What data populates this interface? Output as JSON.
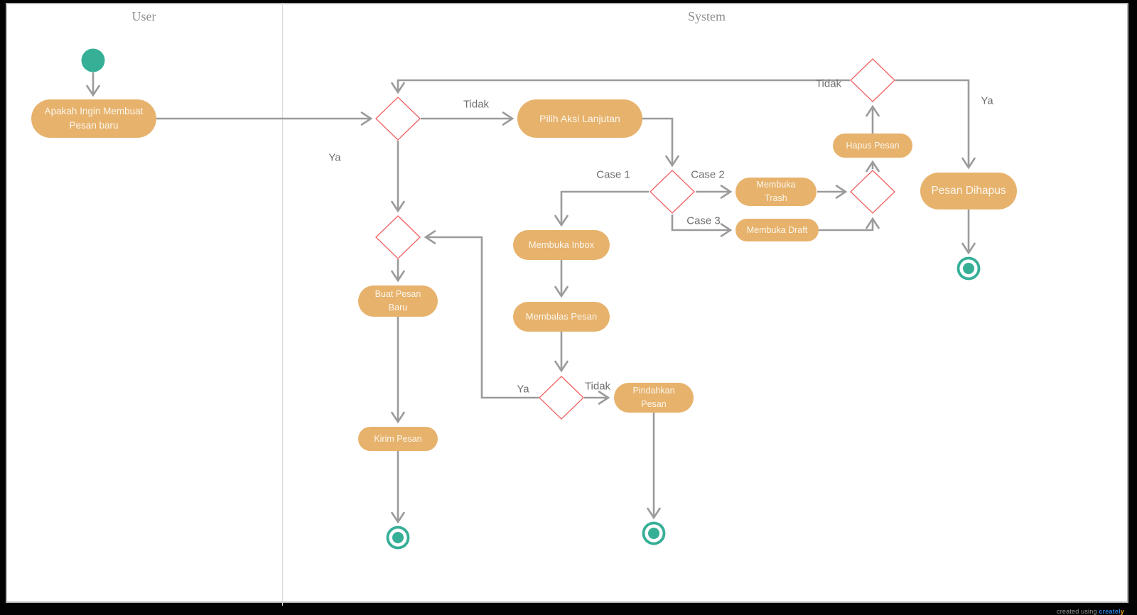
{
  "lanes": {
    "user": "User",
    "system": "System"
  },
  "nodes": {
    "apakah": {
      "label": "Apakah Ingin Membuat Pesan baru"
    },
    "pilih_aksi": {
      "label": "Pilih Aksi Lanjutan"
    },
    "buat_pesan": {
      "label": "Buat Pesan Baru"
    },
    "kirim_pesan": {
      "label": "Kirim Pesan"
    },
    "membuka_inbox": {
      "label": "Membuka Inbox"
    },
    "membalas_pesan": {
      "label": "Membalas Pesan"
    },
    "pindahkan_pesan": {
      "label": "Pindahkan Pesan"
    },
    "membuka_trash": {
      "label": "Membuka Trash"
    },
    "membuka_draft": {
      "label": "Membuka Draft"
    },
    "hapus_pesan": {
      "label": "Hapus Pesan"
    },
    "pesan_dihapus": {
      "label": "Pesan Dihapus"
    }
  },
  "edge_labels": {
    "tidak_1": "Tidak",
    "ya_1": "Ya",
    "case_1": "Case 1",
    "case_2": "Case 2",
    "case_3": "Case 3",
    "tidak_2": "Tidak",
    "ya_2": "Ya",
    "ya_3": "Ya",
    "tidak_3": "Tidak"
  },
  "colors": {
    "activity_fill": "#e7b26c",
    "activity_text": "#fbf6ec",
    "decision_stroke": "#ef6060",
    "start_end_teal": "#36af97",
    "edge_gray": "#9b9b9b",
    "label_gray": "#6f6f6f",
    "lane_header_gray": "#8f8f8f"
  },
  "watermark": {
    "prefix": "created using ",
    "brand": "createl",
    "brand_tail": "y"
  }
}
